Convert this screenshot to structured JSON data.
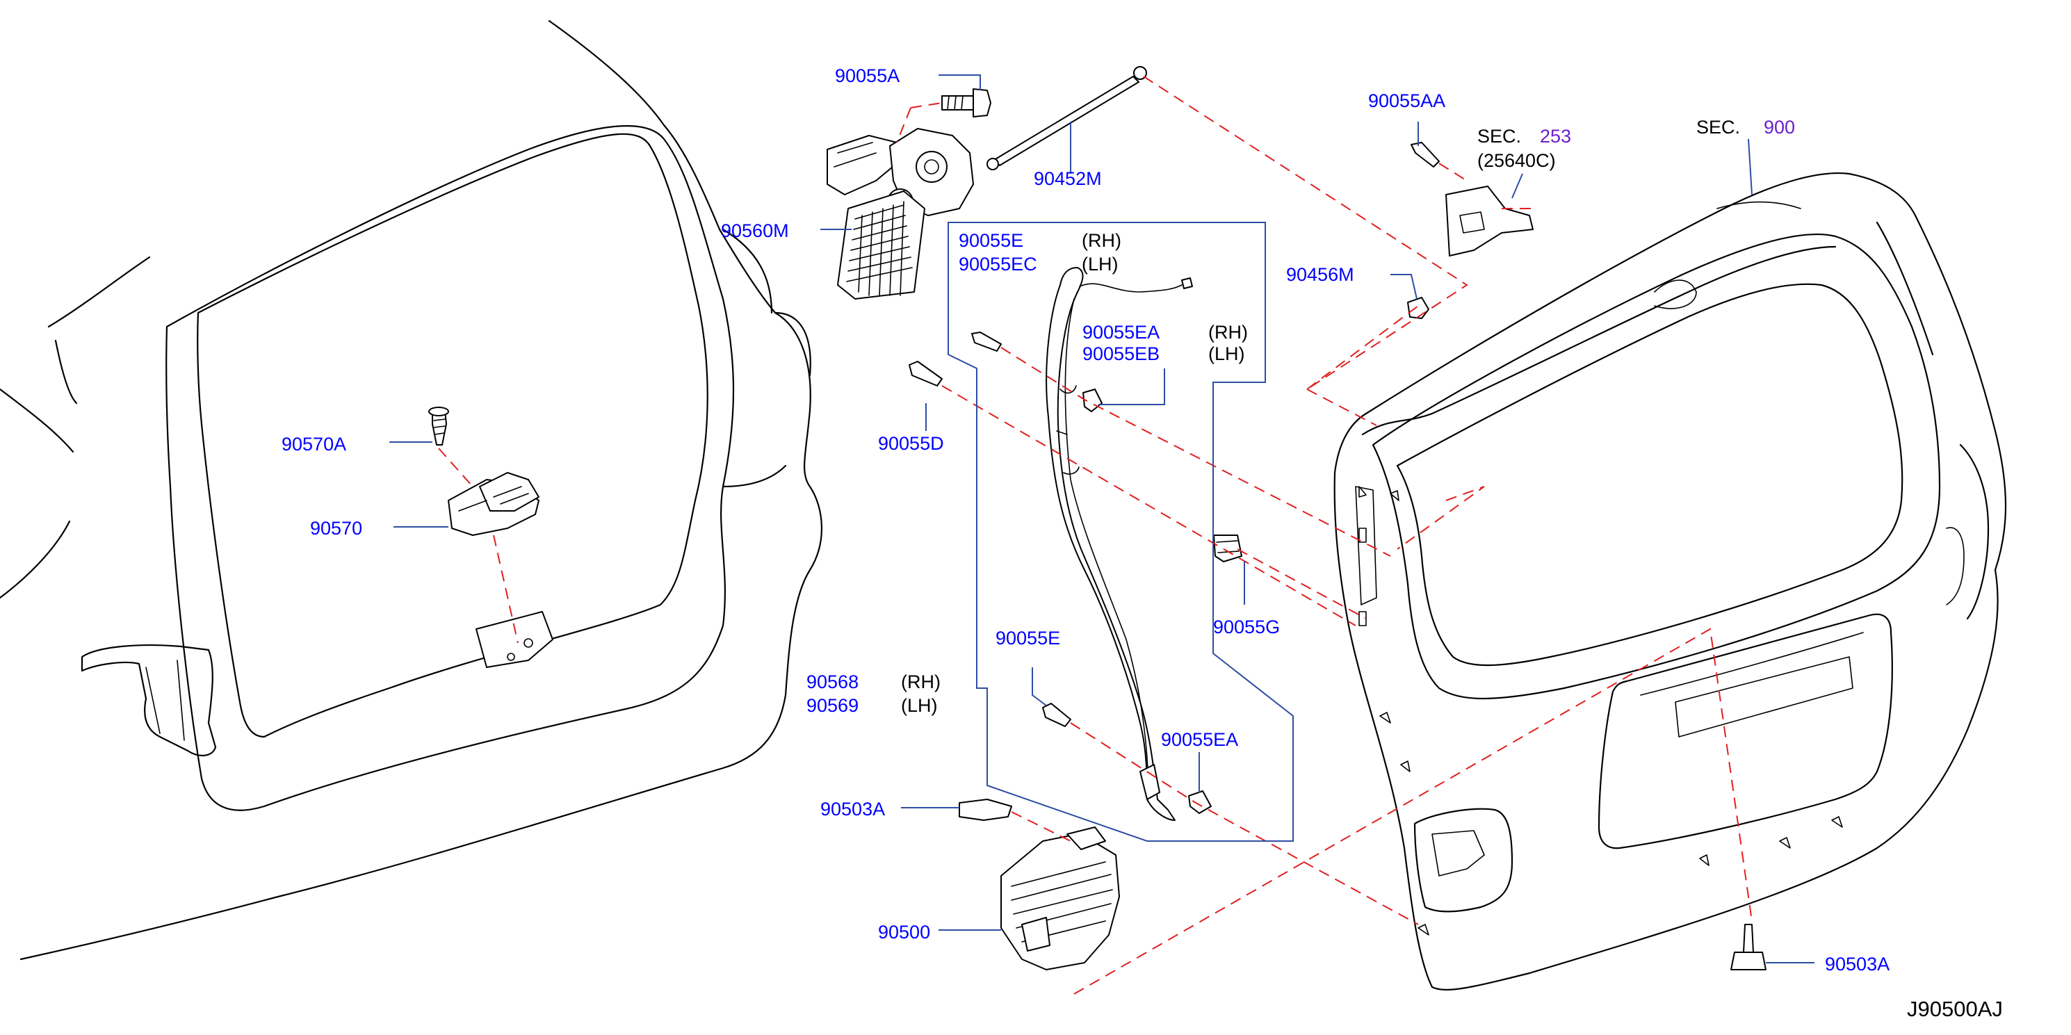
{
  "diagram": {
    "code": "J90500AJ",
    "colors": {
      "label": "#0000ff",
      "leader": "#2e4ea3",
      "assembly_line": "#e02020",
      "section_ref": "#6a1fd0",
      "line_art": "#000000"
    },
    "labels": {
      "p90055A": "90055A",
      "p90452M": "90452M",
      "p90560M": "90560M",
      "p90055E_top": "90055E",
      "p90055EC": "90055EC",
      "rh1": "(RH)",
      "lh1": "(LH)",
      "p90055EA_top": "90055EA",
      "p90055EB": "90055EB",
      "rh2": "(RH)",
      "lh2": "(LH)",
      "p90055D": "90055D",
      "p90570A": "90570A",
      "p90570": "90570",
      "p90055G": "90055G",
      "p90055E_mid": "90055E",
      "p90568": "90568",
      "p90569": "90569",
      "rh3": "(RH)",
      "lh3": "(LH)",
      "p90055EA_low": "90055EA",
      "p90503A_left": "90503A",
      "p90500": "90500",
      "p90503A_right": "90503A",
      "p90055AA": "90055AA",
      "sec1_prefix": "SEC.",
      "sec1_num": "253",
      "sec1_sub": "(25640C)",
      "p90456M": "90456M",
      "sec2_prefix": "SEC.",
      "sec2_num": "900"
    }
  }
}
